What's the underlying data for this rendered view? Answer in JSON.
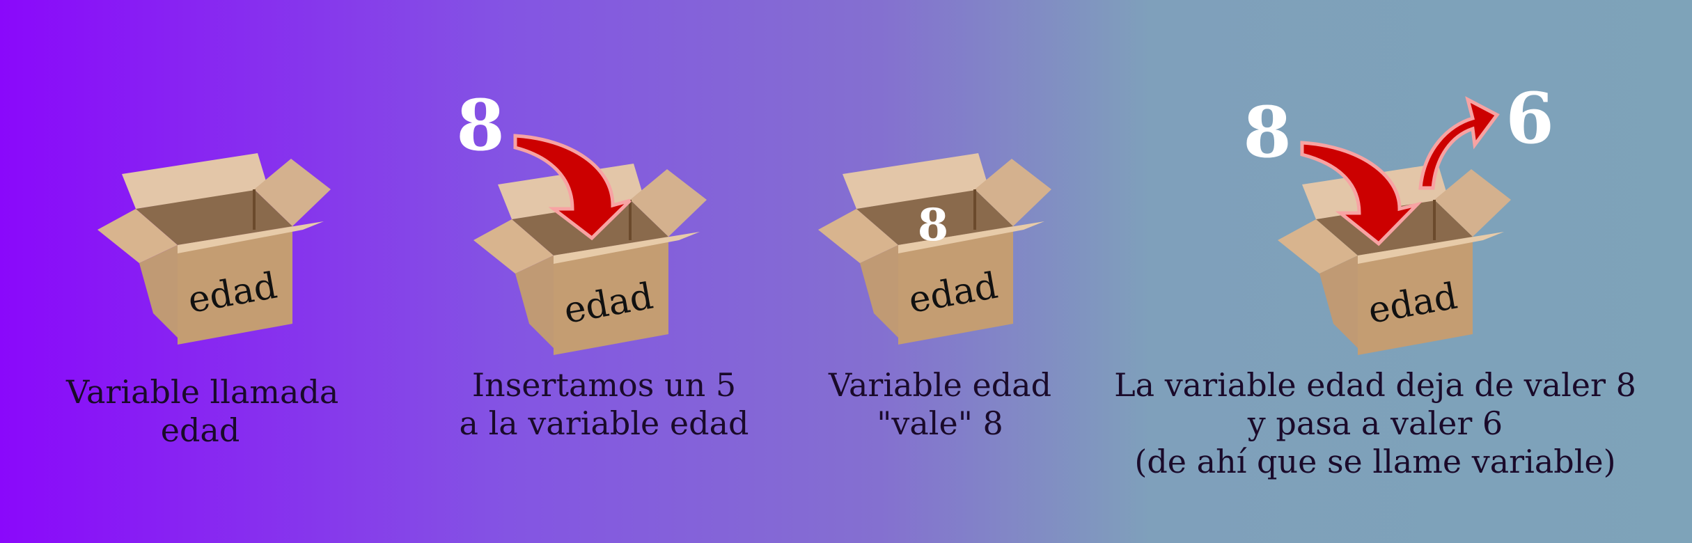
{
  "colors": {
    "gradient_start": "#8a08fb",
    "gradient_end": "#7ea3b9",
    "arrow": "#cc0000",
    "arrow_outline": "#f7a3a3",
    "number": "#ffffff",
    "caption_text": "#1a0a2a"
  },
  "panels": [
    {
      "box_label": "edad",
      "caption_lines": [
        "Variable llamada",
        "edad"
      ]
    },
    {
      "box_label": "edad",
      "incoming_number": "8",
      "arrow": "into-box",
      "caption_lines": [
        "Insertamos un 5",
        "a la variable edad"
      ]
    },
    {
      "box_label": "edad",
      "inside_number": "8",
      "caption_lines": [
        "Variable edad",
        "\"vale\" 8"
      ]
    },
    {
      "box_label": "edad",
      "incoming_number": "8",
      "outgoing_number": "6",
      "arrows": [
        "into-box",
        "out-of-box"
      ],
      "caption_lines": [
        "La variable edad deja de valer 8",
        "y pasa a valer 6",
        "(de ahí que se llame variable)"
      ]
    }
  ]
}
